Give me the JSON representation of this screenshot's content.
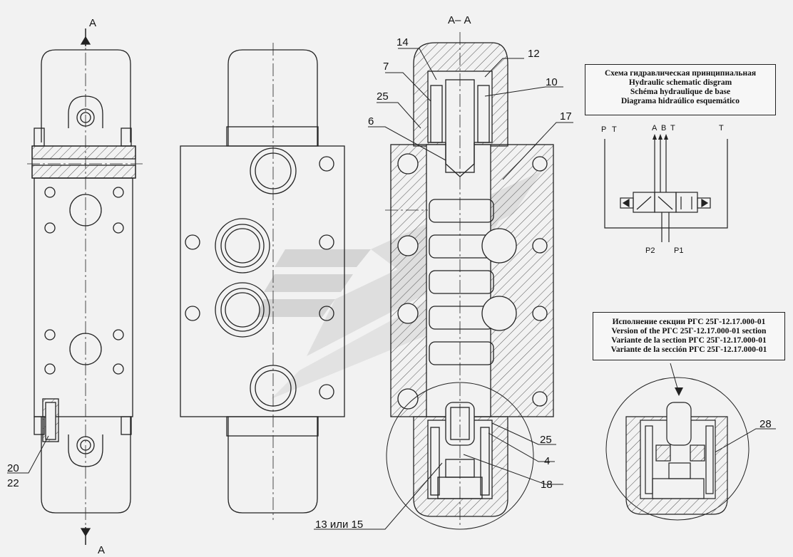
{
  "section": {
    "title": "А– А",
    "marker_top": "А",
    "marker_bottom": "А"
  },
  "callouts": {
    "c14": "14",
    "c12": "12",
    "c7": "7",
    "c10": "10",
    "c25_top": "25",
    "c6": "6",
    "c17": "17",
    "c25_bottom": "25",
    "c4": "4",
    "c18": "18",
    "c13": "13  или 15",
    "c20": "20",
    "c22": "22",
    "c28": "28"
  },
  "hydraulic_box": {
    "lines": [
      "Схема гидравлическая принципиальная",
      "Hydraulic schematic disgram",
      "Schéma hydraulique de base",
      "Diagrama hidraúlico esquemático"
    ]
  },
  "schematic_ports": {
    "p_left": "P",
    "t_left": "T",
    "a": "A",
    "b": "B",
    "t_mid": "T",
    "t_right": "T",
    "p2": "P2",
    "p1": "P1"
  },
  "variant_box": {
    "lines": [
      "Исполнение секции РГС 25Г-12.17.000-01",
      "Version of the РГС 25Г-12.17.000-01 section",
      "Variante de la section РГС 25Г-12.17.000-01",
      "Variante de la sección РГС 25Г-12.17.000-01"
    ]
  },
  "colors": {
    "line": "#222222",
    "background": "#f2f2f2",
    "watermark": "#c8c8c8"
  }
}
